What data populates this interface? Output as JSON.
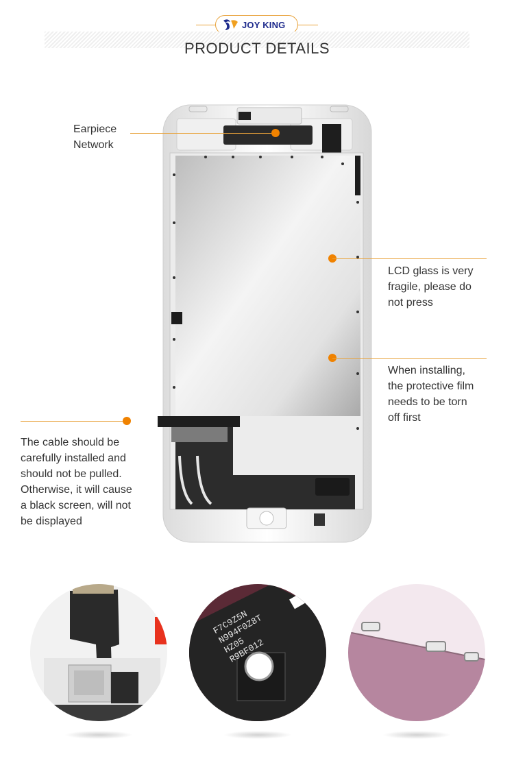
{
  "header": {
    "brand": "JOY KING",
    "title": "PRODUCT DETAILS"
  },
  "callouts": {
    "earpiece": [
      "Earpiece",
      "Network"
    ],
    "lcd": [
      "LCD glass is very",
      "fragile, please do",
      "not press"
    ],
    "film": [
      "When installing,",
      "the protective film",
      "needs to be torn",
      "off first"
    ],
    "cable": [
      "The cable should be",
      "carefully installed and",
      "should not be pulled.",
      "Otherwise, it will cause",
      "a black screen, will not",
      "be displayed"
    ]
  },
  "detail_stamp": {
    "lines": [
      "F7C9Z5N",
      "N994F0Z8T",
      "HZ05",
      "R9BF012"
    ]
  },
  "colors": {
    "accent": "#f08200",
    "leader": "#e8a23a",
    "brand_blue": "#1d2a8c"
  }
}
